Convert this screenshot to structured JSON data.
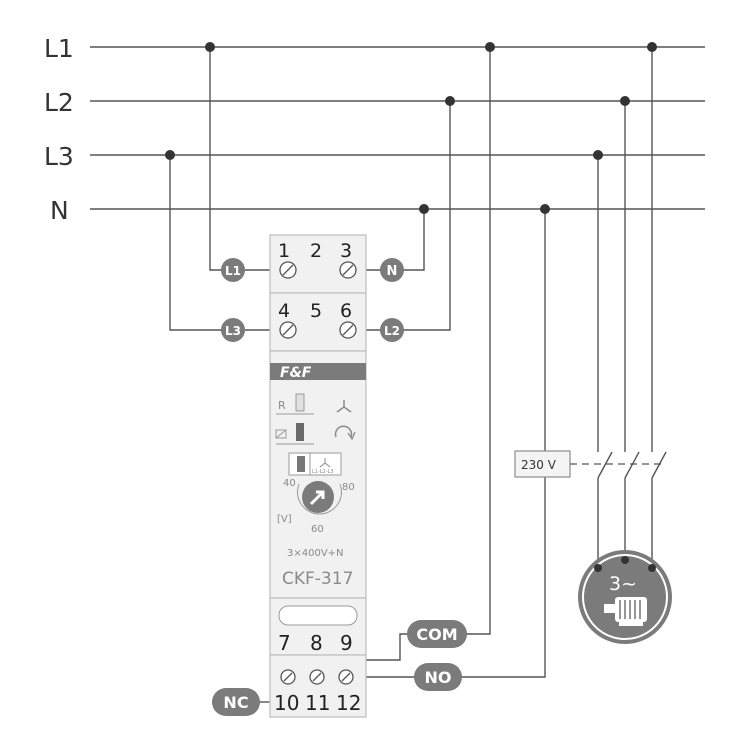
{
  "lines": [
    {
      "label": "L1"
    },
    {
      "label": "L2"
    },
    {
      "label": "L3"
    },
    {
      "label": "N"
    }
  ],
  "terminals": {
    "top_row1": [
      "1",
      "2",
      "3"
    ],
    "top_row2": [
      "4",
      "5",
      "6"
    ],
    "bottom_row1": [
      "7",
      "8",
      "9"
    ],
    "bottom_row2": [
      "10",
      "11",
      "12"
    ]
  },
  "badges": {
    "l1": "L1",
    "n": "N",
    "l3": "L3",
    "l2": "L2",
    "com": "COM",
    "no": "NO",
    "nc": "NC"
  },
  "device": {
    "brand": "F&F",
    "r_label": "R",
    "v_label": "[V]",
    "scale_min": "40",
    "scale_mid": "60",
    "scale_max": "80",
    "phase_order": "L1-L2-L3",
    "rating": "3×400V+N",
    "model": "CKF-317"
  },
  "coil_voltage": "230 V",
  "motor_label": "3~",
  "colors": {
    "badge": "#7b7b7b",
    "device_body": "#f1f1f1",
    "device_border": "#bdbdbd",
    "brand_bar": "#7b7b7b",
    "wire": "#555555"
  }
}
